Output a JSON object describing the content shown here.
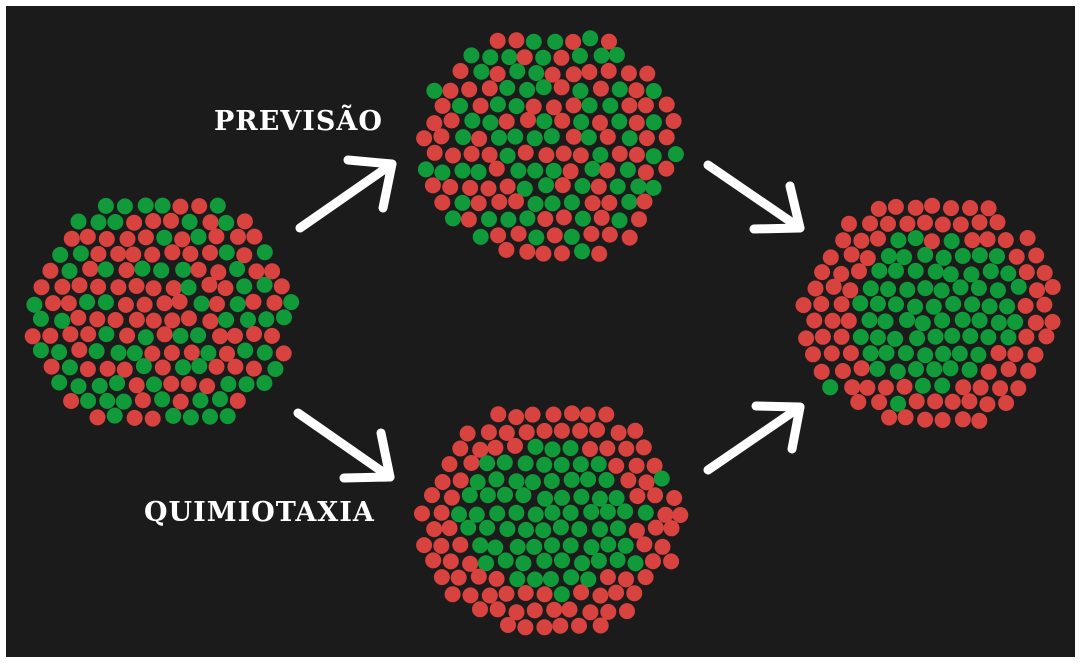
{
  "labels": {
    "prediction": "PREVISÃO",
    "chemotaxis": "QUIMIOTAXIA"
  },
  "colors": {
    "background": "#1b1b1b",
    "red_cell": "#d8433f",
    "green_cell": "#119a3a",
    "arrow": "#ffffff"
  },
  "clusters": [
    {
      "id": "initial",
      "pattern": "mixed"
    },
    {
      "id": "prediction",
      "pattern": "mixed"
    },
    {
      "id": "chemotaxis",
      "pattern": "core-green"
    },
    {
      "id": "final",
      "pattern": "core-green"
    }
  ]
}
